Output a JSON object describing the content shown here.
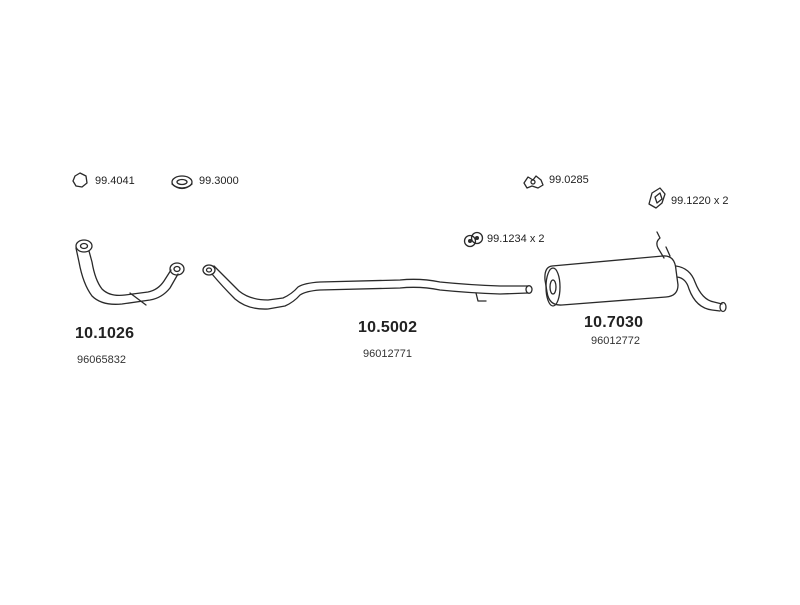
{
  "accessories": {
    "clamp_ring": {
      "code": "99.4041"
    },
    "gasket_ring": {
      "code": "99.3000"
    },
    "mount_clip": {
      "code": "99.0285"
    },
    "rubber_hanger": {
      "code": "99.1234 x 2"
    },
    "flange_gasket": {
      "code": "99.1220 x 2"
    }
  },
  "parts": {
    "front_pipe": {
      "code": "10.1026",
      "oem": "96065832"
    },
    "middle_pipe": {
      "code": "10.5002",
      "oem": "96012771"
    },
    "rear_silencer": {
      "code": "10.7030",
      "oem": "96012772"
    }
  },
  "colors": {
    "line": "#2a2a2a",
    "background": "#ffffff"
  }
}
